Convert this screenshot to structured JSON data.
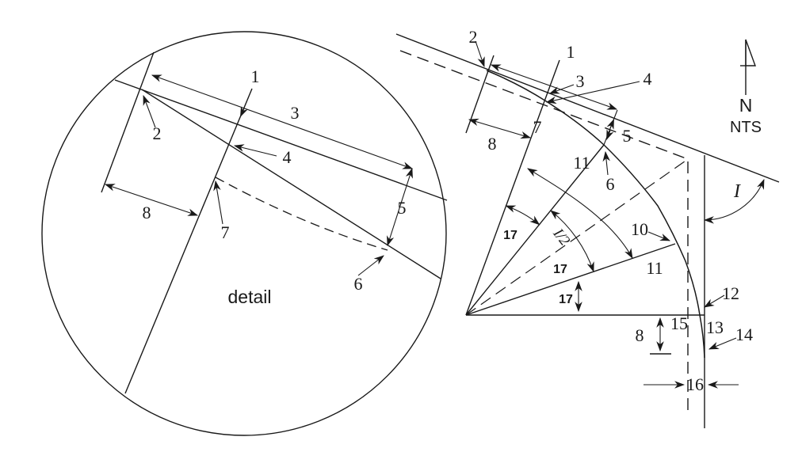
{
  "figure_type": "engineering spiral curve diagram",
  "colors": {
    "ink": "#191919",
    "background": "#ffffff"
  },
  "detail_circle": {
    "caption": "detail",
    "labels": {
      "l1": "1",
      "l2": "2",
      "l3": "3",
      "l4": "4",
      "l5": "5",
      "l6": "6",
      "l7": "7",
      "l8": "8"
    }
  },
  "main_figure": {
    "labels": {
      "l1": "1",
      "l2": "2",
      "l3": "3",
      "l4": "4",
      "l5": "5",
      "l6": "6",
      "l7": "7",
      "l8_top": "8",
      "l8_bottom": "8",
      "l10": "10",
      "l11_upper": "11",
      "l11_lower": "11",
      "l12": "12",
      "l13": "13",
      "l14": "14",
      "l15": "15",
      "l16": "16",
      "l17_a": "17",
      "l17_b": "17",
      "l17_c": "17"
    },
    "intersection_angle_label": "I",
    "half_angle_label": "I/2"
  },
  "north_arrow": {
    "letter": "N",
    "scale_note": "NTS"
  }
}
